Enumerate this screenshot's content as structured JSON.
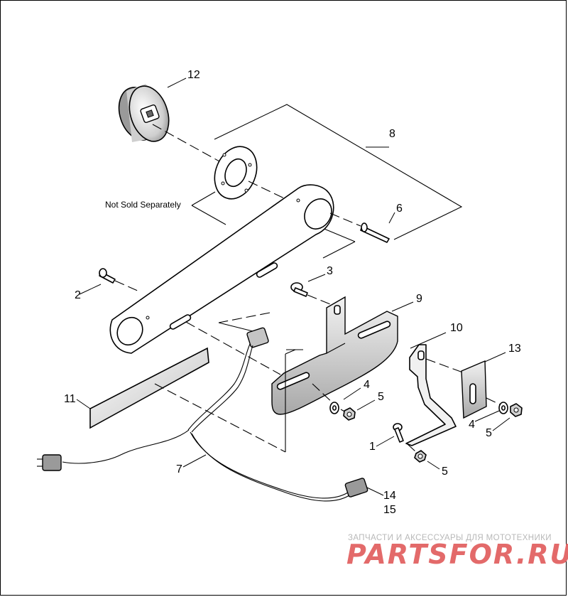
{
  "diagram": {
    "callouts": {
      "c1": "1",
      "c2": "2",
      "c3": "3",
      "c4a": "4",
      "c4b": "4",
      "c5a": "5",
      "c5b": "5",
      "c5c": "5",
      "c6": "6",
      "c7": "7",
      "c8": "8",
      "c9": "9",
      "c10": "10",
      "c11": "11",
      "c12": "12",
      "c13": "13",
      "c14": "14",
      "c15": "15"
    },
    "note": "Not Sold Separately"
  },
  "watermark": {
    "tagline": "ЗАПЧАСТИ И АКСЕССУАРЫ ДЛЯ МОТОТЕХНИКИ",
    "brand": "PARTSFOR.RU",
    "color": "#e36a6a"
  }
}
